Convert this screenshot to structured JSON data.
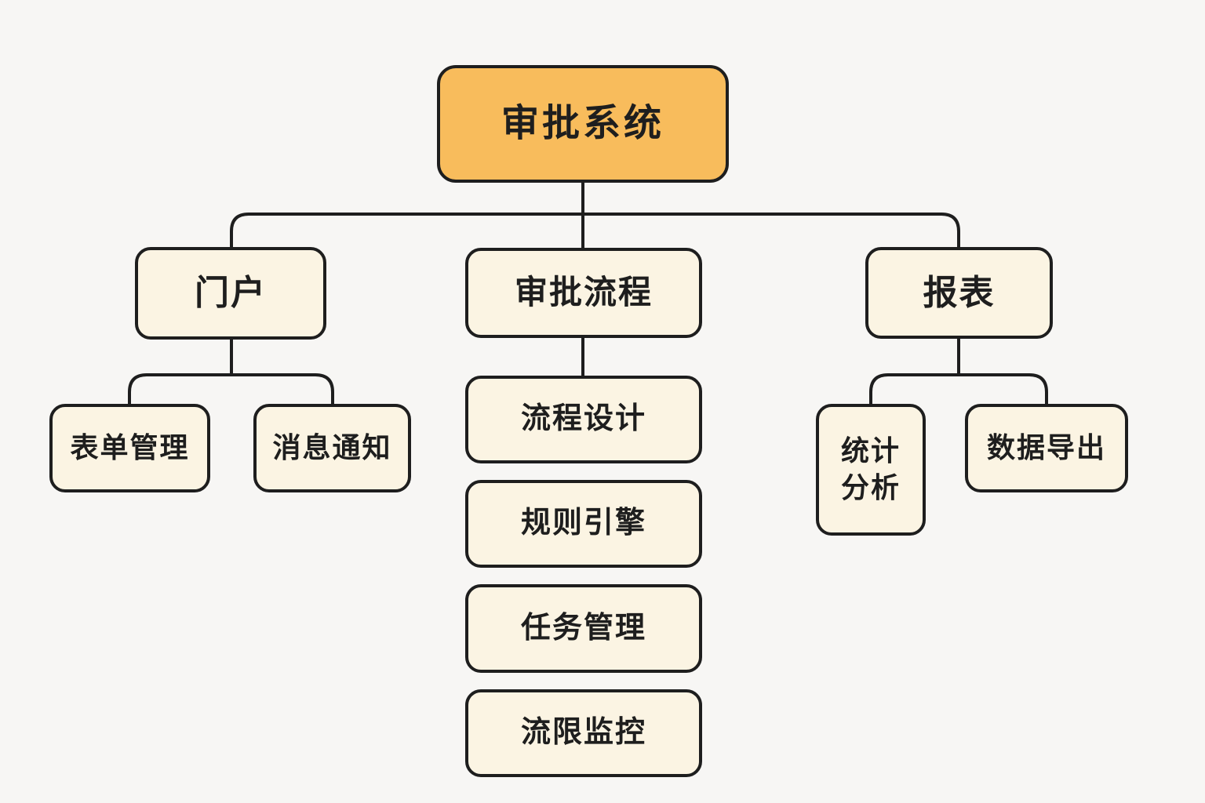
{
  "nodes": {
    "root": {
      "label": "审批系统"
    },
    "portal": {
      "label": "门户"
    },
    "form_management": {
      "label": "表单管理"
    },
    "message_notification": {
      "label": "消息通知"
    },
    "approval_process": {
      "label": "审批流程"
    },
    "process_design": {
      "label": "流程设计"
    },
    "rule_engine": {
      "label": "规则引擎"
    },
    "task_management": {
      "label": "任务管理"
    },
    "flow_limit_monitoring": {
      "label": "流限监控"
    },
    "report": {
      "label": "报表"
    },
    "statistical_analysis": {
      "label": "统计分析"
    },
    "data_export": {
      "label": "数据导出"
    }
  },
  "hierarchy": [
    {
      "parent": "审批系统",
      "children": [
        "门户",
        "审批流程",
        "报表"
      ]
    },
    {
      "parent": "门户",
      "children": [
        "表单管理",
        "消息通知"
      ]
    },
    {
      "parent": "审批流程",
      "children": [
        "流程设计",
        "规则引擎",
        "任务管理",
        "流限监控"
      ]
    },
    {
      "parent": "报表",
      "children": [
        "统计分析",
        "数据导出"
      ]
    }
  ],
  "colors": {
    "background": "#f7f6f4",
    "root_fill": "#f8bc5c",
    "node_fill": "#fbf4e3",
    "stroke": "#1e1e1e",
    "text": "#1e1e1e"
  }
}
